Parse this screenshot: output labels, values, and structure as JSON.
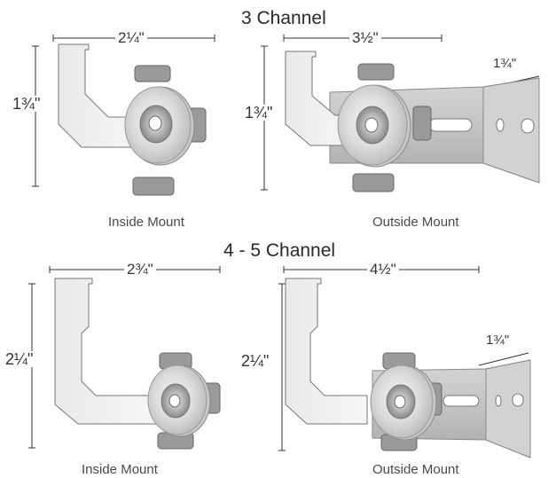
{
  "sections": [
    {
      "title": "3 Channel",
      "inside": {
        "caption": "Inside Mount",
        "width": "2¼\"",
        "height": "1¾\""
      },
      "outside": {
        "caption": "Outside Mount",
        "width": "3½\"",
        "height": "1¾\"",
        "bracket": "1¾\""
      }
    },
    {
      "title": "4 - 5 Channel",
      "inside": {
        "caption": "Inside Mount",
        "width": "2¾\"",
        "height": "2¼\""
      },
      "outside": {
        "caption": "Outside Mount",
        "width": "4½\"",
        "height": "2¼\"",
        "bracket": "1¾\""
      }
    }
  ]
}
